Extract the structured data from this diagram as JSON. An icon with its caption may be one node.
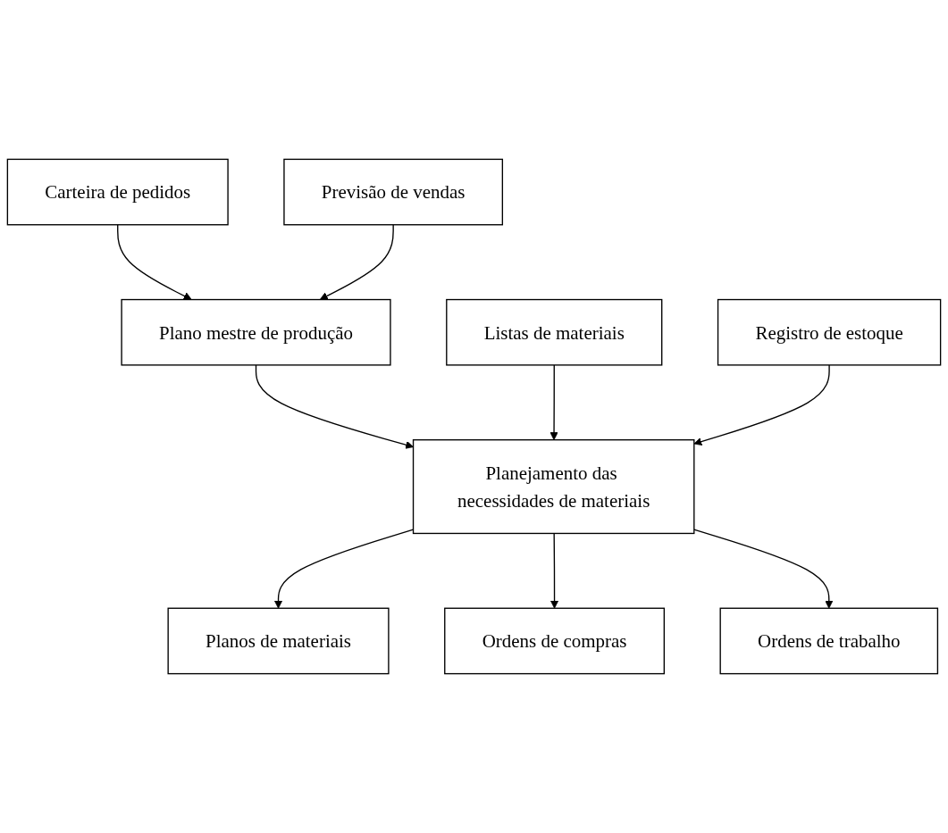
{
  "diagram": {
    "nodes": [
      {
        "text": [
          "Carteira de pedidos"
        ]
      },
      {
        "text": [
          "Previsão de vendas"
        ]
      },
      {
        "text": [
          "Plano mestre de produção"
        ]
      },
      {
        "text": [
          "Listas de materiais"
        ]
      },
      {
        "text": [
          "Planejamento das necessidades de materiais"
        ]
      },
      {
        "text": [
          "Registro de estoque"
        ]
      },
      {
        "text": [
          "Planos de materiais"
        ]
      },
      {
        "text": [
          "Ordens de compras"
        ]
      },
      {
        "text": [
          "Ordens de trabalho"
        ]
      }
    ],
    "edges": [
      {
        "from": 0,
        "to": 2,
        "arrow": "to"
      },
      {
        "from": 1,
        "to": 2,
        "arrow": "to"
      },
      {
        "from": 2,
        "to": 4,
        "arrow": "to"
      },
      {
        "from": 3,
        "to": 4,
        "arrow": "to"
      },
      {
        "from": 5,
        "to": 4,
        "arrow": "to"
      },
      {
        "from": 4,
        "to": 6,
        "arrow": "to"
      },
      {
        "from": 4,
        "to": 7,
        "arrow": "to"
      },
      {
        "from": 4,
        "to": 8,
        "arrow": "to"
      }
    ]
  }
}
